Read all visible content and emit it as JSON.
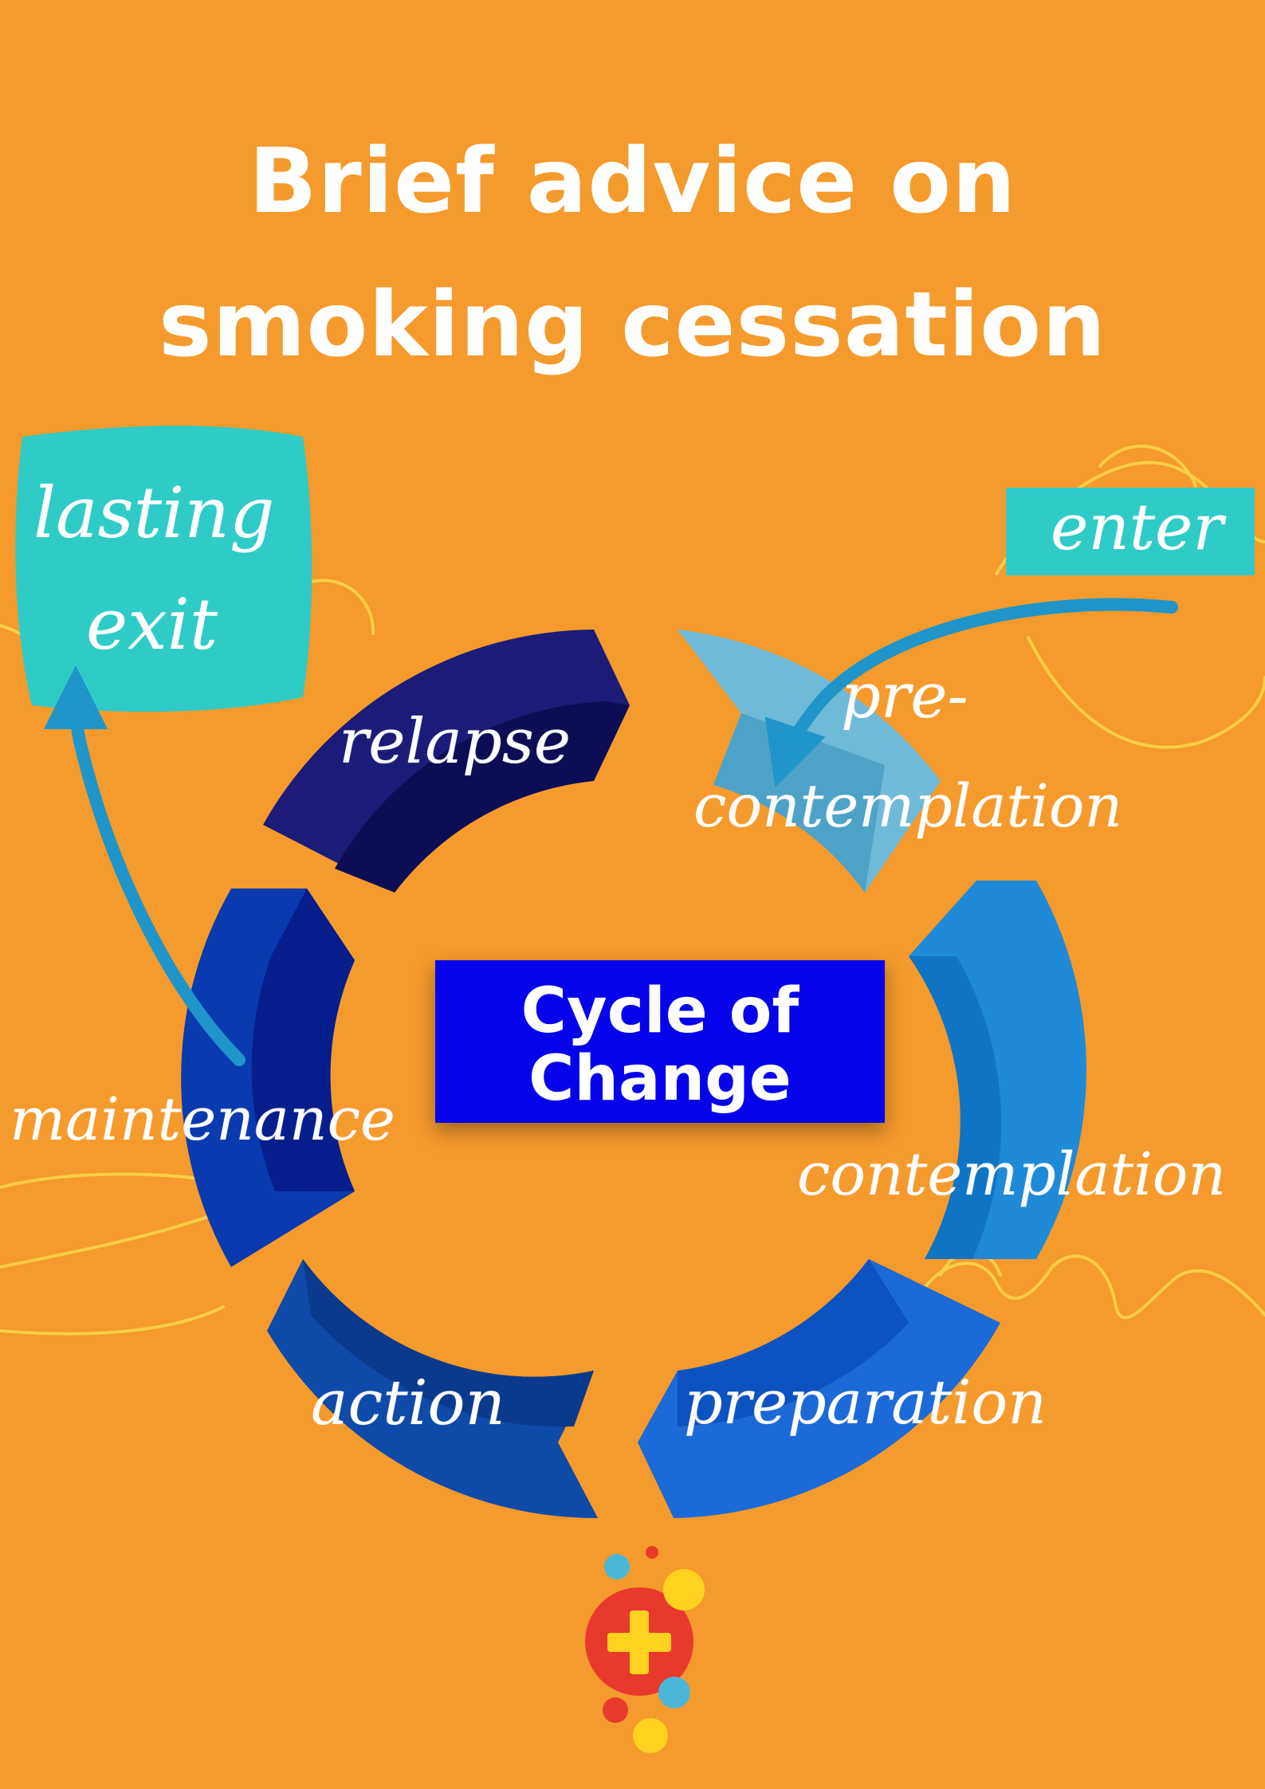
{
  "title": {
    "line1": "Brief advice on",
    "line2": "smoking cessation"
  },
  "cycle": {
    "center_line1": "Cycle of",
    "center_line2": "Change",
    "stages": {
      "relapse": "relapse",
      "precontemplation_1": "pre-",
      "precontemplation_2": "contemplation",
      "contemplation": "contemplation",
      "preparation": "preparation",
      "action": "action",
      "maintenance": "maintenance"
    }
  },
  "enter_label": "enter",
  "exit_label": {
    "line1": "lasting",
    "line2": "exit"
  },
  "colors": {
    "background": "#f59a2c",
    "teal": "#2ecbc7",
    "relapse": "#1c1c78",
    "precontemplation": "#6fbad8",
    "contemplation": "#1e8ad8",
    "preparation": "#1c69d8",
    "action": "#0e4aa8",
    "maintenance": "#0a3ab0",
    "center_box": "#0603ea"
  },
  "icons": {
    "logo": "medical-cross-logo",
    "arrows": "brush-arrow"
  }
}
